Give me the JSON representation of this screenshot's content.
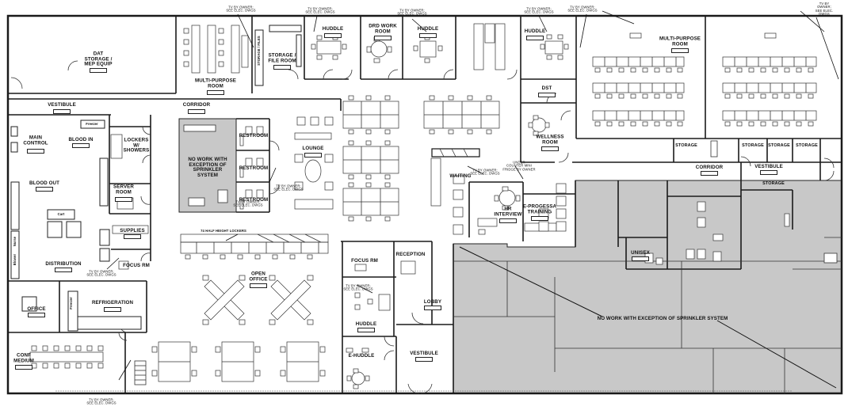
{
  "rooms": {
    "dat_storage": "DAT\nSTORAGE /\nMEP EQUIP",
    "multi_purpose_left": "MULTI-PURPOSE\nROOM",
    "storage_file_room": "STORAGE /\nFILE ROOM",
    "huddle_1": "HUDDLE",
    "drd_work_room": "DRD WORK\nROOM",
    "huddle_2": "HUDDLE",
    "huddle_3": "HUDDLE",
    "dst": "DST",
    "multi_purpose_right": "MULTI-PURPOSE\nROOM",
    "vestibule_nw": "VESTIBULE",
    "corridor_w": "CORRIDOR",
    "main_control": "MAIN\nCONTROL",
    "blood_in": "BLOOD IN",
    "lockers_showers": "LOCKERS\nW/\nSHOWERS",
    "server_rm": "SERVER\nROOM",
    "blood_out": "BLOOD OUT",
    "supplies": "SUPPLIES",
    "focus_rm_w": "FOCUS RM",
    "distribution": "DISTRIBUTION",
    "refrigeration": "REFRIGERATION",
    "office": "OFFICE",
    "conf_medium": "CONF\nMEDIUM",
    "restroom_1": "RESTROOM",
    "restroom_2": "RESTROOM",
    "restroom_3": "RESTROOM",
    "lounge": "LOUNGE",
    "wellness_room": "WELLNESS\nROOM",
    "storage_1": "STORAGE",
    "storage_2": "STORAGE",
    "storage_3": "STORAGE",
    "storage_4": "STORAGE",
    "storage_5": "STORAGE",
    "corridor_e": "CORRIDOR",
    "vestibule_e": "VESTIBULE",
    "waiting": "WAITING",
    "hr_interview": "HR\nINTERVIEW",
    "e_progessa_training": "E-PROGESSA\nTRAINING",
    "unisex": "UNISEX",
    "open_office": "OPEN\nOFFICE",
    "focus_rm_c": "FOCUS RM",
    "reception": "RECEPTION",
    "huddle_4": "HUDDLE",
    "lobby": "LOBBY",
    "e_huddle": "E-HUDDLE",
    "vestibule_s": "VESTIBULE"
  },
  "notes": {
    "no_work_center": "NO WORK WITH\nEXCEPTION OF\nSPRINKLER\nSYSTEM",
    "no_work_east": "NO WORK WITH EXCEPTION OF SPRINKLER SYSTEM",
    "lockers_note": "74 HALF HEIGHT LOCKERS",
    "tv_owner": "TV BY OWNER;\nSEE ELEC. DWGS",
    "counter_note": "UNDER\nCOUNTER MINI\nFRIDGE BY OWNER"
  },
  "equipment": {
    "freezer": "Freezer",
    "nurse": "Nurse",
    "blower": "Blower",
    "cart": "Cart",
    "storage_tag": "STORAGE / FILES"
  },
  "colors": {
    "shade": "#c8c8c8",
    "line": "#1a1a1a"
  }
}
